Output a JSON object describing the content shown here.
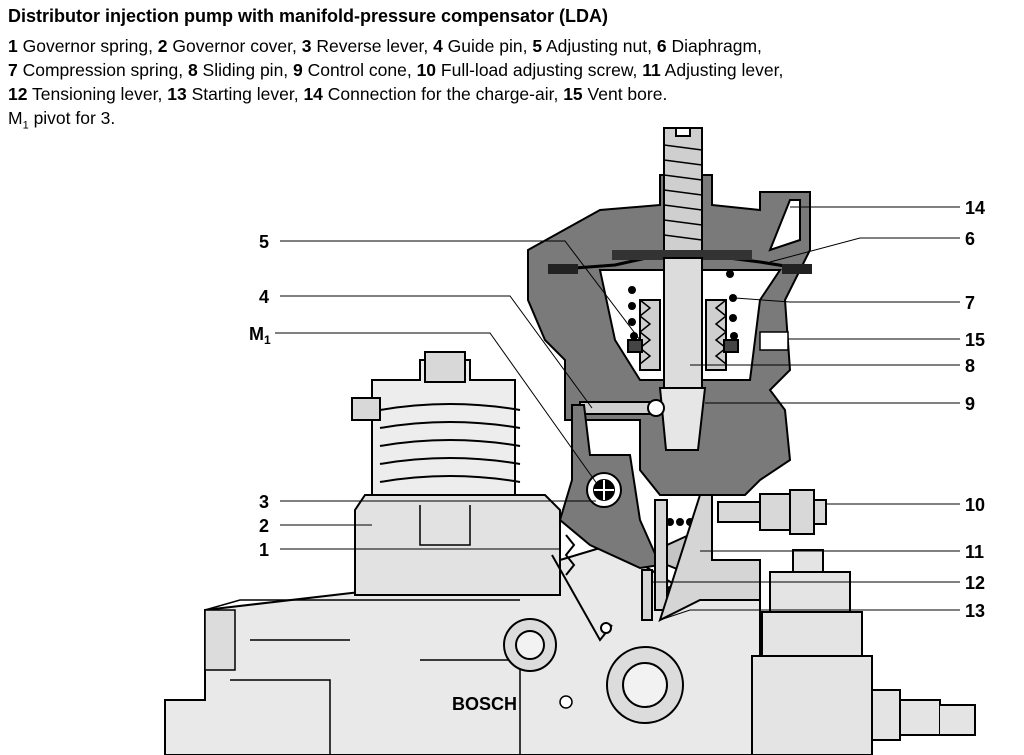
{
  "caption": {
    "title": "Distributor injection pump with manifold-pressure compensator (LDA)",
    "legend_lines": [
      [
        {
          "num": "1",
          "text": " Governor spring, "
        },
        {
          "num": "2",
          "text": " Governor cover, "
        },
        {
          "num": "3",
          "text": " Reverse lever, "
        },
        {
          "num": "4",
          "text": " Guide pin, "
        },
        {
          "num": "5",
          "text": " Adjusting nut, "
        },
        {
          "num": "6",
          "text": " Diaphragm,"
        }
      ],
      [
        {
          "num": "7",
          "text": " Compression spring, "
        },
        {
          "num": "8",
          "text": " Sliding pin, "
        },
        {
          "num": "9",
          "text": " Control cone, "
        },
        {
          "num": "10",
          "text": " Full-load adjusting screw, "
        },
        {
          "num": "11",
          "text": " Adjusting lever,"
        }
      ],
      [
        {
          "num": "12",
          "text": " Tensioning lever, "
        },
        {
          "num": "13",
          "text": " Starting lever, "
        },
        {
          "num": "14",
          "text": " Connection for the charge-air, "
        },
        {
          "num": "15",
          "text": " Vent bore."
        }
      ]
    ],
    "pivot_note": {
      "symbol": "M",
      "subscript": "1",
      "text": " pivot for 3."
    }
  },
  "diagram": {
    "brand": "BOSCH",
    "callouts_left": [
      "5",
      "4",
      "M",
      "3",
      "2",
      "1"
    ],
    "callout_m1_sub": "1",
    "callouts_right": [
      "14",
      "6",
      "7",
      "15",
      "8",
      "9",
      "10",
      "11",
      "12",
      "13"
    ]
  }
}
